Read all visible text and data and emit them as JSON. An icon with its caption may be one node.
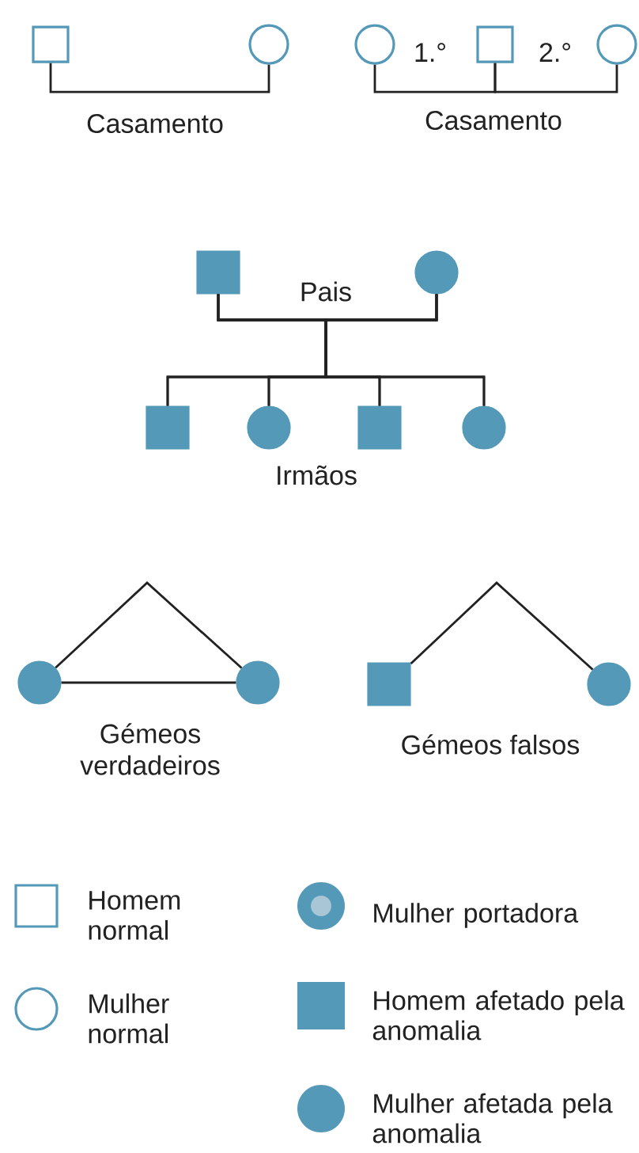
{
  "diagram": {
    "nodes": [
      {
        "text": [],
        "shape": "box"
      },
      {
        "text": [],
        "shape": "circle"
      },
      {
        "text": [],
        "shape": "circle"
      },
      {
        "text": [],
        "shape": "box"
      },
      {
        "text": [],
        "shape": "circle"
      },
      {
        "text": [],
        "shape": "box"
      },
      {
        "text": [],
        "shape": "circle"
      },
      {
        "text": [],
        "shape": "box"
      },
      {
        "text": [],
        "shape": "circle"
      },
      {
        "text": [],
        "shape": "box"
      },
      {
        "text": [],
        "shape": "circle"
      },
      {
        "text": [],
        "shape": "circle"
      },
      {
        "text": [],
        "shape": "circle"
      },
      {
        "text": [],
        "shape": "box"
      },
      {
        "text": [],
        "shape": "circle"
      }
    ],
    "edges": [
      {
        "from": 0,
        "to": 1,
        "arrow": "none"
      },
      {
        "from": 3,
        "to": 2,
        "arrow": "none"
      },
      {
        "from": 3,
        "to": 4,
        "arrow": "none"
      },
      {
        "from": 5,
        "to": 6,
        "arrow": "none"
      },
      {
        "from": 5,
        "to": 7,
        "arrow": "none"
      },
      {
        "from": 5,
        "to": 8,
        "arrow": "none"
      },
      {
        "from": 5,
        "to": 9,
        "arrow": "none"
      },
      {
        "from": 5,
        "to": 10,
        "arrow": "none"
      },
      {
        "from": 6,
        "to": 7,
        "arrow": "none"
      },
      {
        "from": 6,
        "to": 8,
        "arrow": "none"
      },
      {
        "from": 6,
        "to": 9,
        "arrow": "none"
      },
      {
        "from": 6,
        "to": 10,
        "arrow": "none"
      },
      {
        "from": 11,
        "to": 12,
        "arrow": "none"
      },
      {
        "from": 11,
        "to": 12,
        "arrow": "none"
      },
      {
        "from": 13,
        "to": 14,
        "arrow": "none"
      }
    ],
    "labels": [
      "Casamento",
      "1.°",
      "2.°",
      "Casamento",
      "Pais",
      "Irmãos",
      "Gémeos verdadeiros",
      "Gémeos falsos"
    ],
    "legend": [
      {
        "text": "Homem normal"
      },
      {
        "text": "Mulher normal"
      },
      {
        "text": "Mulher portadora"
      },
      {
        "text": "Homem afetado pela anomalia"
      },
      {
        "text": "Mulher afetada pela anomalia"
      }
    ]
  }
}
